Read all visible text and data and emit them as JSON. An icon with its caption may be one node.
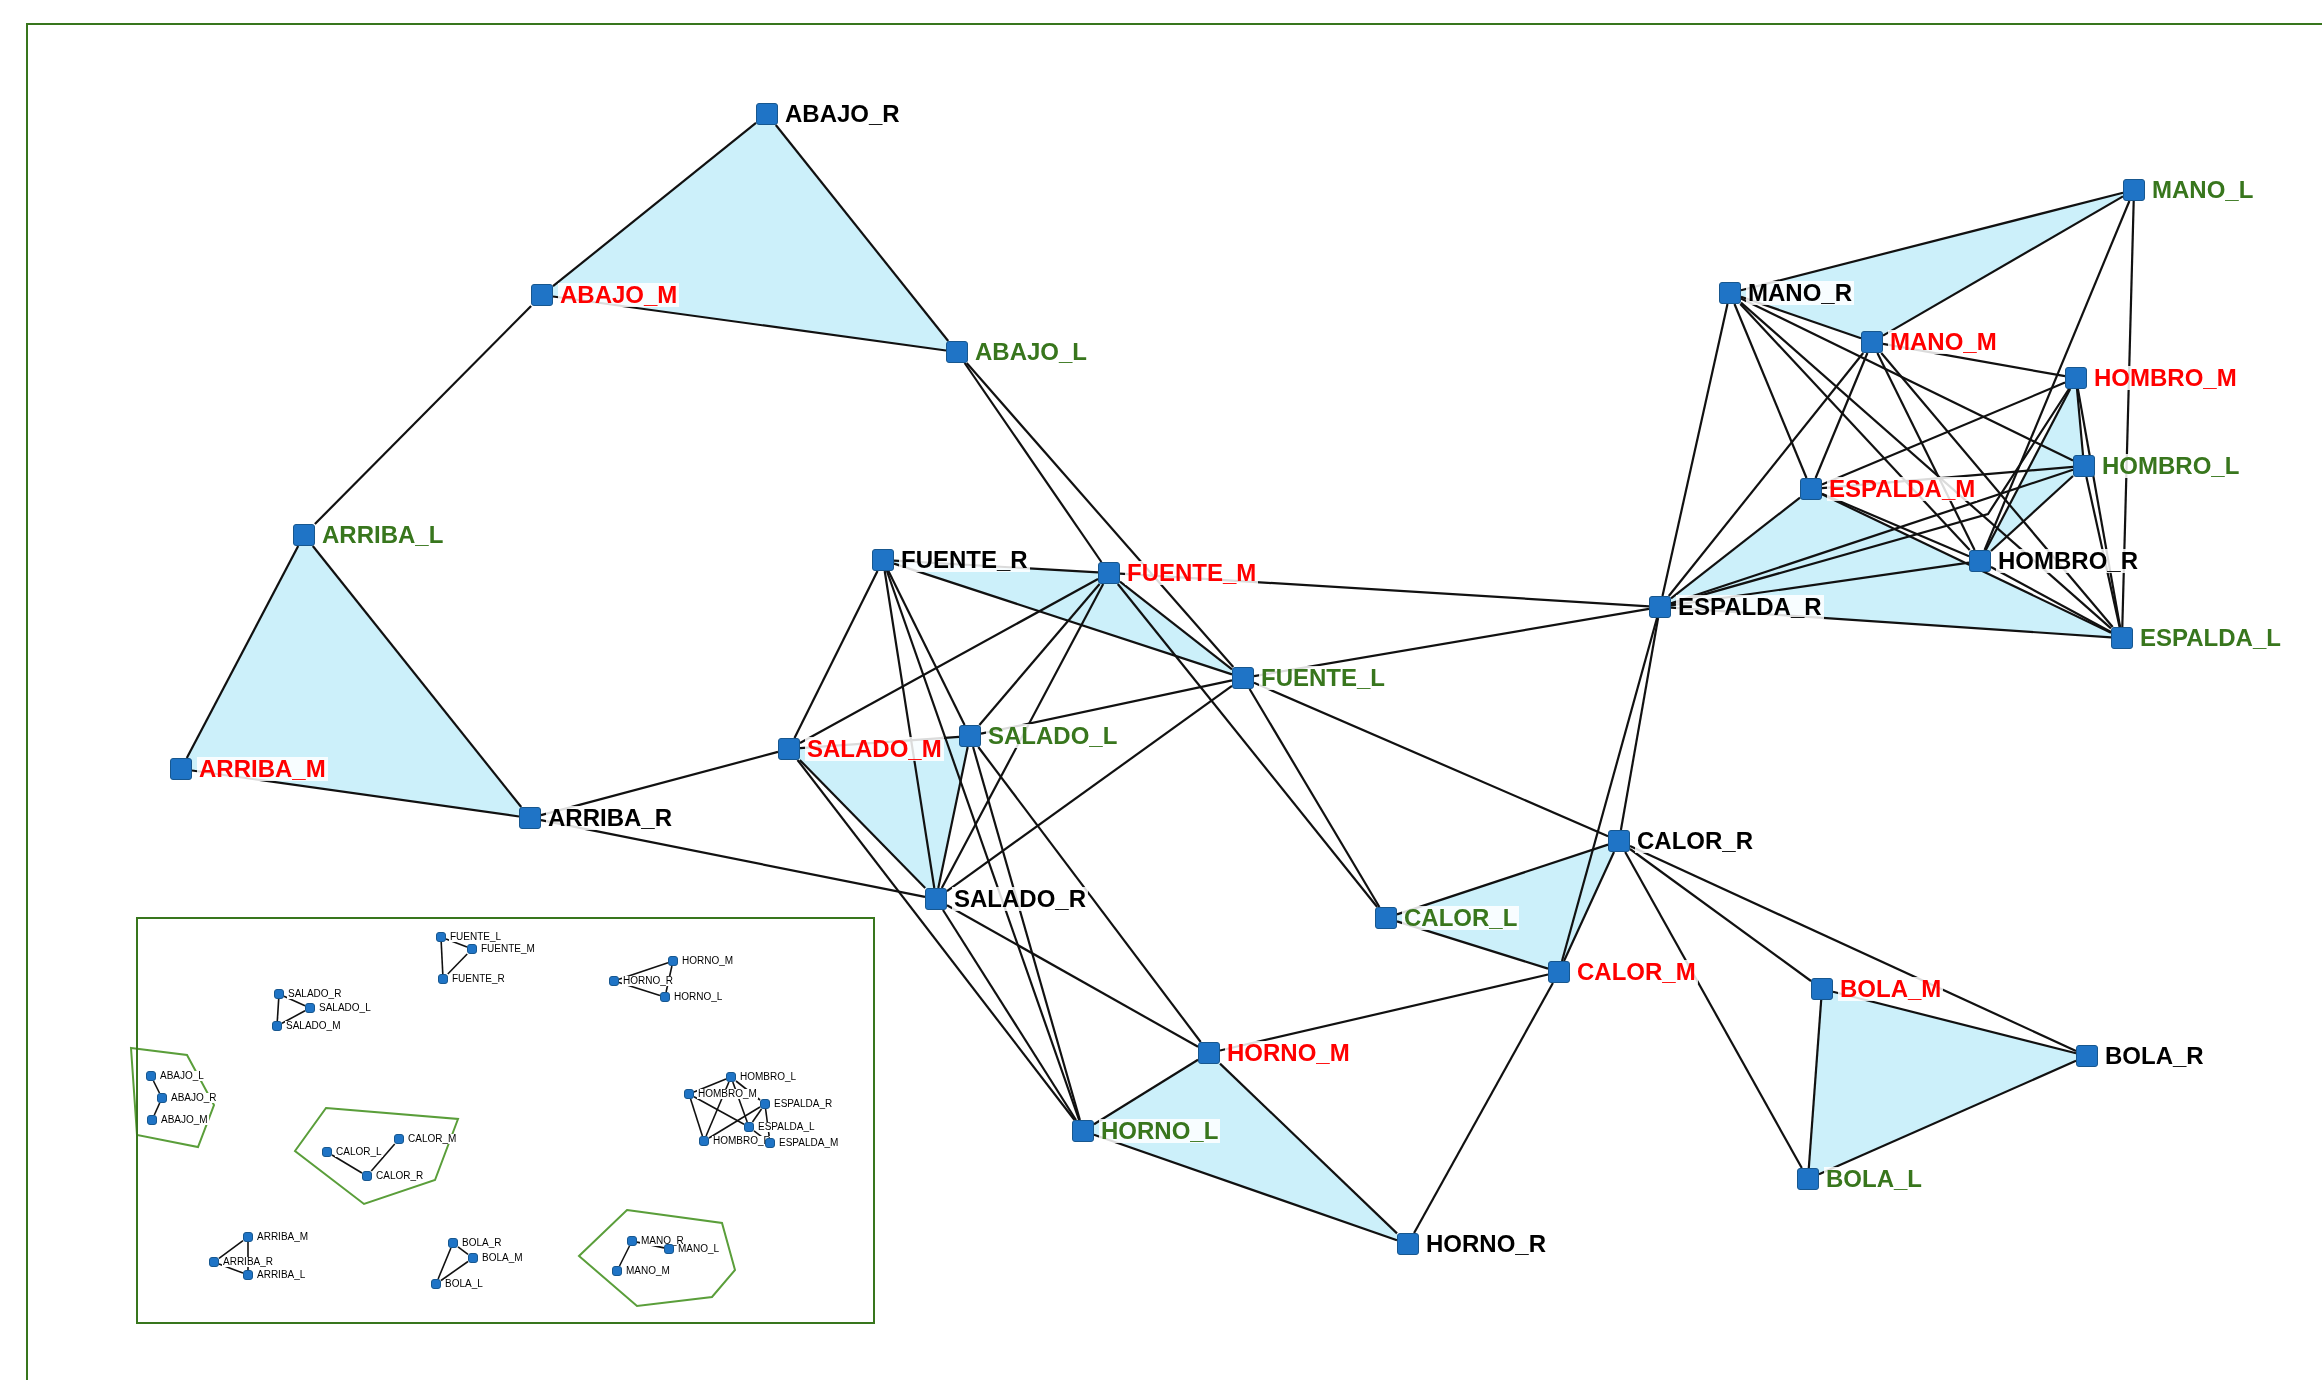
{
  "diagram": {
    "nodes": [
      {
        "text": [
          "ABAJO_R"
        ]
      },
      {
        "text": [
          "MANO_L"
        ]
      },
      {
        "text": [
          "ABAJO_M"
        ]
      },
      {
        "text": [
          "MANO_R"
        ]
      },
      {
        "text": [
          "MANO_M"
        ]
      },
      {
        "text": [
          "ABAJO_L"
        ]
      },
      {
        "text": [
          "HOMBRO_M"
        ]
      },
      {
        "text": [
          "HOMBRO_L"
        ]
      },
      {
        "text": [
          "ESPALDA_M"
        ]
      },
      {
        "text": [
          "ARRIBA_L"
        ]
      },
      {
        "text": [
          "FUENTE_R"
        ]
      },
      {
        "text": [
          "HOMBRO_R"
        ]
      },
      {
        "text": [
          "FUENTE_M"
        ]
      },
      {
        "text": [
          "ESPALDA_R"
        ]
      },
      {
        "text": [
          "ESPALDA_L"
        ]
      },
      {
        "text": [
          "FUENTE_L"
        ]
      },
      {
        "text": [
          "SALADO_L"
        ]
      },
      {
        "text": [
          "SALADO_M"
        ]
      },
      {
        "text": [
          "ARRIBA_M"
        ]
      },
      {
        "text": [
          "ARRIBA_R"
        ]
      },
      {
        "text": [
          "CALOR_R"
        ]
      },
      {
        "text": [
          "SALADO_R"
        ]
      },
      {
        "text": [
          "CALOR_L"
        ]
      },
      {
        "text": [
          "CALOR_M"
        ]
      },
      {
        "text": [
          "BOLA_M"
        ]
      },
      {
        "text": [
          "HORNO_M"
        ]
      },
      {
        "text": [
          "BOLA_R"
        ]
      },
      {
        "text": [
          "HORNO_L"
        ]
      },
      {
        "text": [
          "BOLA_L"
        ]
      },
      {
        "text": [
          "HORNO_R"
        ]
      },
      {
        "text": [],
        "shape": "box"
      },
      {
        "text": [
          "FUENTE_L"
        ],
        "in": 30
      },
      {
        "text": [
          "FUENTE_M"
        ],
        "in": 30
      },
      {
        "text": [
          "HORNO_M"
        ],
        "in": 30
      },
      {
        "text": [
          "FUENTE_R"
        ],
        "in": 30
      },
      {
        "text": [
          "HORNO_R"
        ],
        "in": 30
      },
      {
        "text": [
          "SALADO_R"
        ],
        "in": 30
      },
      {
        "text": [
          "HORNO_L"
        ],
        "in": 30
      },
      {
        "text": [
          "SALADO_L"
        ],
        "in": 30
      },
      {
        "text": [
          "SALADO_M"
        ],
        "in": 30
      },
      {
        "text": [
          "ABAJO_L"
        ],
        "in": 30
      },
      {
        "text": [
          "HOMBRO_L"
        ],
        "in": 30
      },
      {
        "text": [
          "HOMBRO_M"
        ],
        "in": 30
      },
      {
        "text": [
          "ABAJO_R"
        ],
        "in": 30
      },
      {
        "text": [
          "ESPALDA_R"
        ],
        "in": 30
      },
      {
        "text": [
          "ABAJO_M"
        ],
        "in": 30
      },
      {
        "text": [
          "ESPALDA_L"
        ],
        "in": 30
      },
      {
        "text": [
          "CALOR_M"
        ],
        "in": 30
      },
      {
        "text": [
          "HOMBRO_R"
        ],
        "in": 30
      },
      {
        "text": [
          "ESPALDA_M"
        ],
        "in": 30
      },
      {
        "text": [
          "CALOR_L"
        ],
        "in": 30
      },
      {
        "text": [
          "CALOR_R"
        ],
        "in": 30
      },
      {
        "text": [
          "ARRIBA_M"
        ],
        "in": 30
      },
      {
        "text": [
          "MANO_R"
        ],
        "in": 30
      },
      {
        "text": [
          "BOLA_R"
        ],
        "in": 30
      },
      {
        "text": [
          "MANO_L"
        ],
        "in": 30
      },
      {
        "text": [
          "BOLA_M"
        ],
        "in": 30
      },
      {
        "text": [
          "ARRIBA_R"
        ],
        "in": 30
      },
      {
        "text": [
          "MANO_M"
        ],
        "in": 30
      },
      {
        "text": [
          "ARRIBA_L"
        ],
        "in": 30
      },
      {
        "text": [
          "BOLA_L"
        ],
        "in": 30
      }
    ],
    "edges": [
      {
        "from": 0,
        "to": 2,
        "arrow": "none"
      },
      {
        "from": 0,
        "to": 5,
        "arrow": "none"
      },
      {
        "from": 2,
        "to": 5,
        "arrow": "none"
      },
      {
        "from": 9,
        "to": 18,
        "arrow": "none"
      },
      {
        "from": 9,
        "to": 19,
        "arrow": "none"
      },
      {
        "from": 18,
        "to": 19,
        "arrow": "none"
      },
      {
        "from": 10,
        "to": 12,
        "arrow": "none"
      },
      {
        "from": 10,
        "to": 15,
        "arrow": "none"
      },
      {
        "from": 12,
        "to": 15,
        "arrow": "none"
      },
      {
        "from": 17,
        "to": 16,
        "arrow": "none"
      },
      {
        "from": 17,
        "to": 21,
        "arrow": "none"
      },
      {
        "from": 16,
        "to": 21,
        "arrow": "none"
      },
      {
        "from": 25,
        "to": 27,
        "arrow": "none"
      },
      {
        "from": 25,
        "to": 29,
        "arrow": "none"
      },
      {
        "from": 27,
        "to": 29,
        "arrow": "none"
      },
      {
        "from": 20,
        "to": 22,
        "arrow": "none"
      },
      {
        "from": 20,
        "to": 23,
        "arrow": "none"
      },
      {
        "from": 22,
        "to": 23,
        "arrow": "none"
      },
      {
        "from": 24,
        "to": 26,
        "arrow": "none"
      },
      {
        "from": 24,
        "to": 28,
        "arrow": "none"
      },
      {
        "from": 26,
        "to": 28,
        "arrow": "none"
      },
      {
        "from": 3,
        "to": 1,
        "arrow": "none"
      },
      {
        "from": 3,
        "to": 4,
        "arrow": "none"
      },
      {
        "from": 1,
        "to": 4,
        "arrow": "none"
      },
      {
        "from": 6,
        "to": 7,
        "arrow": "none"
      },
      {
        "from": 6,
        "to": 11,
        "arrow": "none"
      },
      {
        "from": 7,
        "to": 11,
        "arrow": "none"
      },
      {
        "from": 8,
        "to": 13,
        "arrow": "none"
      },
      {
        "from": 8,
        "to": 14,
        "arrow": "none"
      },
      {
        "from": 13,
        "to": 14,
        "arrow": "none"
      },
      {
        "from": 2,
        "to": 9,
        "arrow": "none"
      },
      {
        "from": 5,
        "to": 12,
        "arrow": "none"
      },
      {
        "from": 5,
        "to": 15,
        "arrow": "none"
      },
      {
        "from": 19,
        "to": 17,
        "arrow": "none"
      },
      {
        "from": 19,
        "to": 21,
        "arrow": "none"
      },
      {
        "from": 10,
        "to": 17,
        "arrow": "none"
      },
      {
        "from": 10,
        "to": 21,
        "arrow": "none"
      },
      {
        "from": 10,
        "to": 16,
        "arrow": "none"
      },
      {
        "from": 10,
        "to": 27,
        "arrow": "none"
      },
      {
        "from": 12,
        "to": 17,
        "arrow": "none"
      },
      {
        "from": 12,
        "to": 21,
        "arrow": "none"
      },
      {
        "from": 12,
        "to": 16,
        "arrow": "none"
      },
      {
        "from": 12,
        "to": 22,
        "arrow": "none"
      },
      {
        "from": 12,
        "to": 13,
        "arrow": "none"
      },
      {
        "from": 15,
        "to": 16,
        "arrow": "none"
      },
      {
        "from": 15,
        "to": 21,
        "arrow": "none"
      },
      {
        "from": 15,
        "to": 13,
        "arrow": "none"
      },
      {
        "from": 15,
        "to": 22,
        "arrow": "none"
      },
      {
        "from": 15,
        "to": 20,
        "arrow": "none"
      },
      {
        "from": 17,
        "to": 27,
        "arrow": "none"
      },
      {
        "from": 16,
        "to": 25,
        "arrow": "none"
      },
      {
        "from": 16,
        "to": 27,
        "arrow": "none"
      },
      {
        "from": 21,
        "to": 25,
        "arrow": "none"
      },
      {
        "from": 21,
        "to": 27,
        "arrow": "none"
      },
      {
        "from": 25,
        "to": 23,
        "arrow": "none"
      },
      {
        "from": 29,
        "to": 23,
        "arrow": "none"
      },
      {
        "from": 20,
        "to": 13,
        "arrow": "none"
      },
      {
        "from": 23,
        "to": 13,
        "arrow": "none"
      },
      {
        "from": 20,
        "to": 24,
        "arrow": "none"
      },
      {
        "from": 20,
        "to": 26,
        "arrow": "none"
      },
      {
        "from": 20,
        "to": 28,
        "arrow": "none"
      },
      {
        "from": 3,
        "to": 13,
        "arrow": "none"
      },
      {
        "from": 3,
        "to": 8,
        "arrow": "none"
      },
      {
        "from": 3,
        "to": 11,
        "arrow": "none"
      },
      {
        "from": 3,
        "to": 7,
        "arrow": "none"
      },
      {
        "from": 3,
        "to": 14,
        "arrow": "none"
      },
      {
        "from": 4,
        "to": 6,
        "arrow": "none"
      },
      {
        "from": 4,
        "to": 13,
        "arrow": "none"
      },
      {
        "from": 4,
        "to": 8,
        "arrow": "none"
      },
      {
        "from": 4,
        "to": 11,
        "arrow": "none"
      },
      {
        "from": 4,
        "to": 14,
        "arrow": "none"
      },
      {
        "from": 1,
        "to": 11,
        "arrow": "none"
      },
      {
        "from": 1,
        "to": 14,
        "arrow": "none"
      },
      {
        "from": 6,
        "to": 13,
        "arrow": "none"
      },
      {
        "from": 6,
        "to": 8,
        "arrow": "none"
      },
      {
        "from": 6,
        "to": 14,
        "arrow": "none"
      },
      {
        "from": 7,
        "to": 8,
        "arrow": "none"
      },
      {
        "from": 7,
        "to": 13,
        "arrow": "none"
      },
      {
        "from": 7,
        "to": 14,
        "arrow": "none"
      },
      {
        "from": 8,
        "to": 11,
        "arrow": "none"
      },
      {
        "from": 13,
        "to": 11,
        "arrow": "none"
      },
      {
        "from": 11,
        "to": 14,
        "arrow": "none"
      },
      {
        "from": 31,
        "to": 32,
        "arrow": "none"
      },
      {
        "from": 31,
        "to": 34,
        "arrow": "none"
      },
      {
        "from": 32,
        "to": 34,
        "arrow": "none"
      },
      {
        "from": 36,
        "to": 38,
        "arrow": "none"
      },
      {
        "from": 36,
        "to": 39,
        "arrow": "none"
      },
      {
        "from": 38,
        "to": 39,
        "arrow": "none"
      },
      {
        "from": 33,
        "to": 35,
        "arrow": "none"
      },
      {
        "from": 33,
        "to": 37,
        "arrow": "none"
      },
      {
        "from": 35,
        "to": 37,
        "arrow": "none"
      },
      {
        "from": 40,
        "to": 43,
        "arrow": "none"
      },
      {
        "from": 43,
        "to": 45,
        "arrow": "none"
      },
      {
        "from": 50,
        "to": 51,
        "arrow": "none"
      },
      {
        "from": 51,
        "to": 47,
        "arrow": "none"
      },
      {
        "from": 41,
        "to": 42,
        "arrow": "none"
      },
      {
        "from": 41,
        "to": 44,
        "arrow": "none"
      },
      {
        "from": 41,
        "to": 48,
        "arrow": "none"
      },
      {
        "from": 41,
        "to": 46,
        "arrow": "none"
      },
      {
        "from": 42,
        "to": 48,
        "arrow": "none"
      },
      {
        "from": 42,
        "to": 46,
        "arrow": "none"
      },
      {
        "from": 48,
        "to": 44,
        "arrow": "none"
      },
      {
        "from": 44,
        "to": 46,
        "arrow": "none"
      },
      {
        "from": 44,
        "to": 49,
        "arrow": "none"
      },
      {
        "from": 46,
        "to": 49,
        "arrow": "none"
      },
      {
        "from": 52,
        "to": 57,
        "arrow": "none"
      },
      {
        "from": 52,
        "to": 59,
        "arrow": "none"
      },
      {
        "from": 57,
        "to": 59,
        "arrow": "none"
      },
      {
        "from": 54,
        "to": 56,
        "arrow": "none"
      },
      {
        "from": 54,
        "to": 60,
        "arrow": "none"
      },
      {
        "from": 56,
        "to": 60,
        "arrow": "none"
      },
      {
        "from": 53,
        "to": 55,
        "arrow": "none"
      },
      {
        "from": 53,
        "to": 58,
        "arrow": "none"
      }
    ]
  }
}
